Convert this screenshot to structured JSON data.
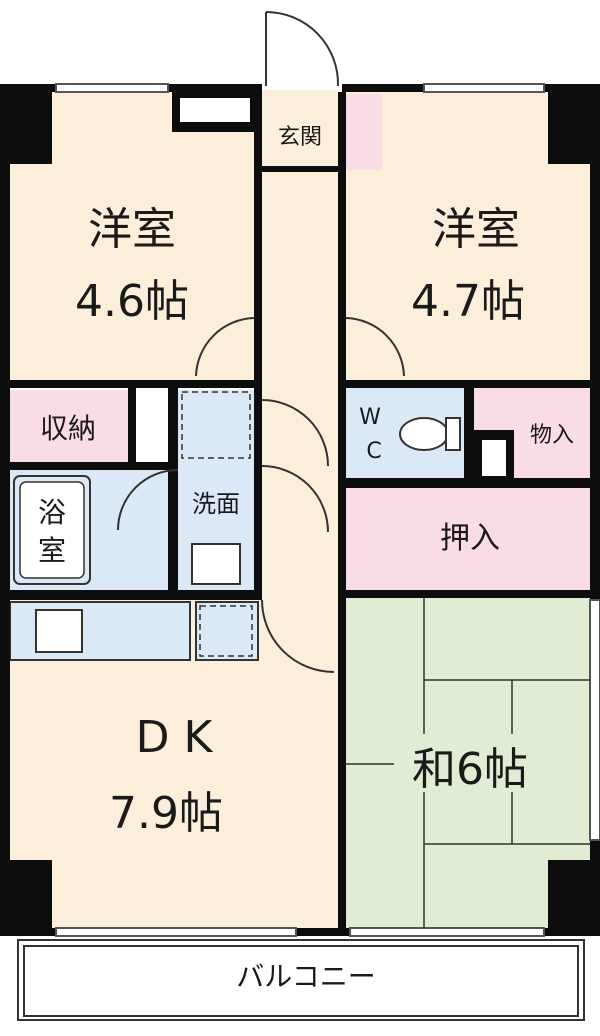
{
  "rooms": {
    "western_left": {
      "name": "洋室",
      "size": "4.6帖"
    },
    "western_right": {
      "name": "洋室",
      "size": "4.7帖"
    },
    "entrance": "玄関",
    "storage": "収納",
    "toilet": {
      "top": "W",
      "bottom": "C"
    },
    "closet_small": "物入",
    "bath": {
      "top": "浴",
      "bottom": "室"
    },
    "washroom": "洗面",
    "oshiire": "押入",
    "dk": {
      "name": "D K",
      "size": "7.9帖"
    },
    "japanese": "和6帖",
    "balcony": "バルコニー"
  },
  "colors": {
    "western": "#fbeedb",
    "wet": "#dbe9f6",
    "storage": "#fadde4",
    "japanese": "#e1ecd4",
    "wall": "#0d0d0d",
    "background": "#ffffff"
  }
}
